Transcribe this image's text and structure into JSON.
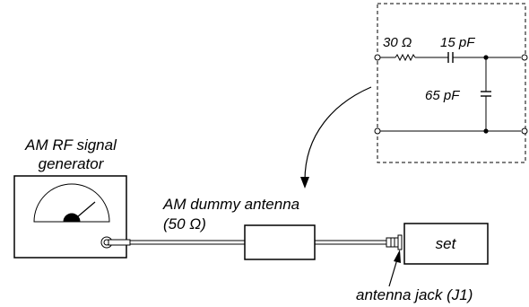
{
  "generator": {
    "label_line1": "AM RF signal",
    "label_line2": "generator"
  },
  "dummy_antenna": {
    "label_line1": "AM dummy antenna",
    "label_line2": "(50 Ω)"
  },
  "set": {
    "label": "set"
  },
  "antenna_jack": {
    "label": "antenna jack (J1)"
  },
  "circuit": {
    "resistor_label": "30 Ω",
    "series_capacitor_label": "15 pF",
    "shunt_capacitor_label": "65 pF"
  },
  "colors": {
    "line": "#000000",
    "background": "#ffffff"
  }
}
